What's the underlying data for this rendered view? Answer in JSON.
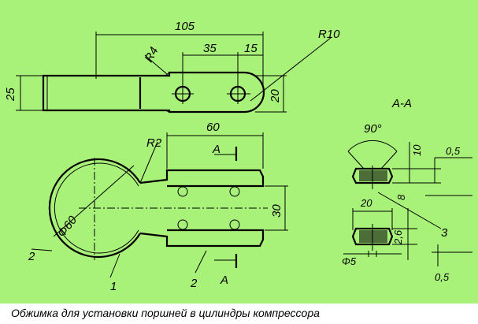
{
  "colors": {
    "background": "#a9f27a",
    "ink": "#000000",
    "caption_bg": "#ffffff"
  },
  "dimensions": {
    "d105": "105",
    "d35": "35",
    "d15": "15",
    "r10": "R10",
    "r4": "R4",
    "d25": "25",
    "d20": "20",
    "d60": "60",
    "r2": "R2",
    "d30": "30",
    "phi60": "Φ60",
    "d2": "2"
  },
  "section": {
    "title": "А-А",
    "angle": "90°",
    "d10": "10",
    "d05_top": "0,5",
    "d8": "8",
    "d20": "20",
    "d3": "3",
    "d26": "2,6",
    "phi5": "Φ5",
    "d05_bottom": "0,5"
  },
  "labels": {
    "cut_a_top": "А",
    "cut_a_bottom": "А",
    "part1": "1",
    "part2": "2"
  },
  "caption": "Обжимка для установки поршней в цилиндры компрессора"
}
